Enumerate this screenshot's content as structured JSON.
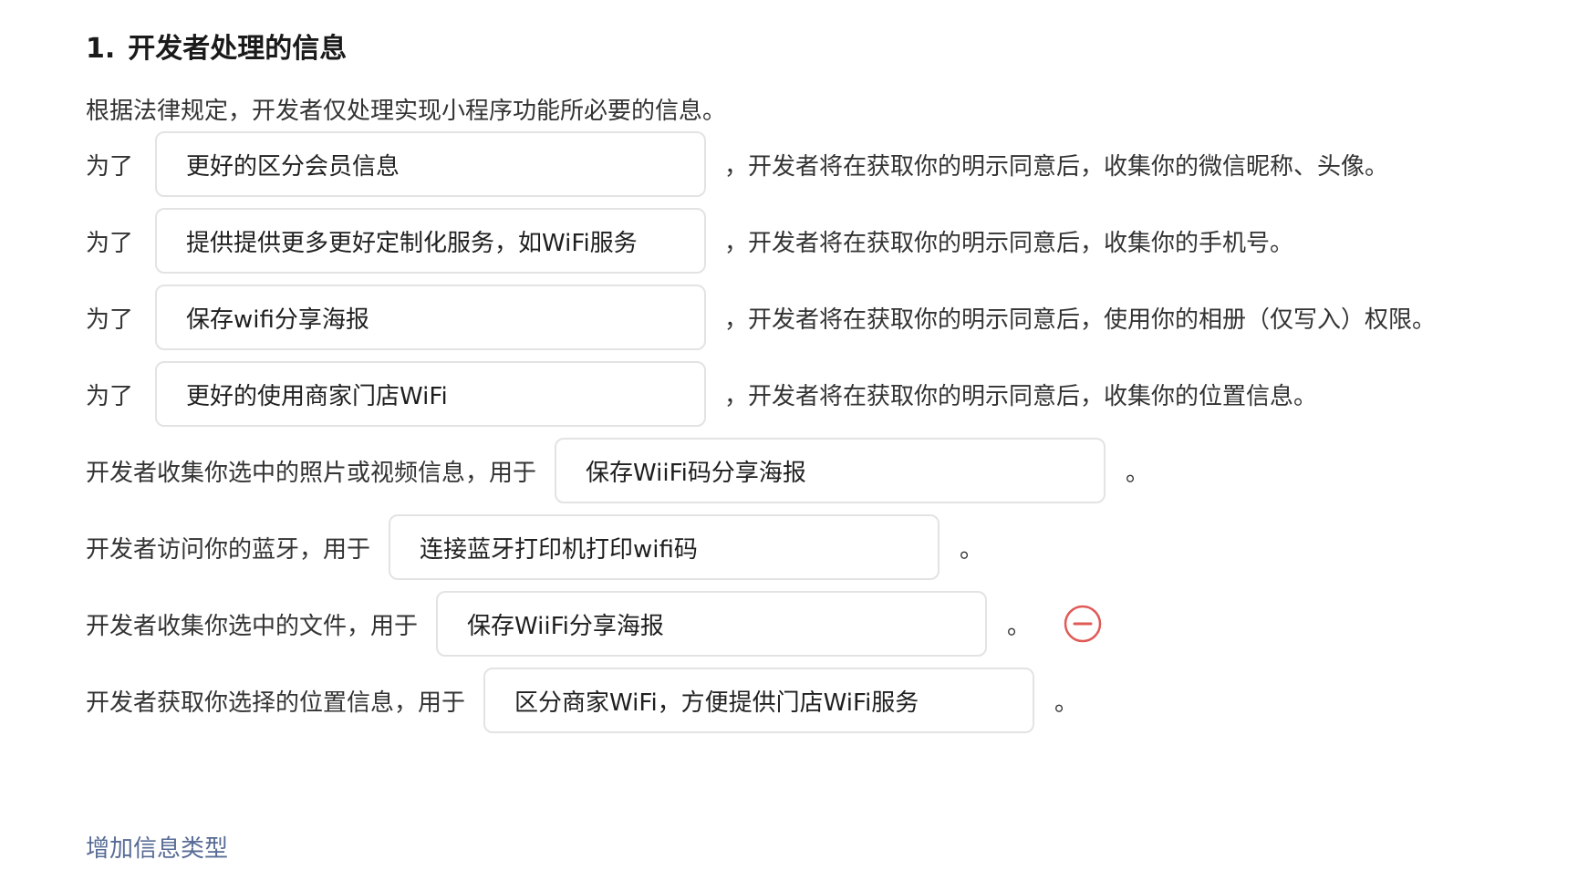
{
  "section": {
    "number": "1.",
    "title": "开发者处理的信息"
  },
  "intro": "根据法律规定，开发者仅处理实现小程序功能所必要的信息。",
  "purpose_rows": [
    {
      "prefix": "为了",
      "value": "更好的区分会员信息",
      "suffix": "，开发者将在获取你的明示同意后，收集你的微信昵称、头像。"
    },
    {
      "prefix": "为了",
      "value": "提供提供更多更好定制化服务，如WiFi服务",
      "suffix": "，开发者将在获取你的明示同意后，收集你的手机号。"
    },
    {
      "prefix": "为了",
      "value": "保存wifi分享海报",
      "suffix": "，开发者将在获取你的明示同意后，使用你的相册（仅写入）权限。"
    },
    {
      "prefix": "为了",
      "value": "更好的使用商家门店WiFi",
      "suffix": "，开发者将在获取你的明示同意后，收集你的位置信息。"
    }
  ],
  "usage_rows": [
    {
      "prefix": "开发者收集你选中的照片或视频信息，用于",
      "value": "保存WiiFi码分享海报",
      "suffix": "。"
    },
    {
      "prefix": "开发者访问你的蓝牙，用于",
      "value": "连接蓝牙打印机打印wifi码",
      "suffix": "。"
    },
    {
      "prefix": "开发者收集你选中的文件，用于",
      "value": "保存WiiFi分享海报",
      "suffix": "。",
      "remove_icon": "minus-circle-icon"
    },
    {
      "prefix": "开发者获取你选择的位置信息，用于",
      "value": "区分商家WiFi，方便提供门店WiFi服务",
      "suffix": "。"
    }
  ],
  "add_link": "增加信息类型",
  "colors": {
    "link": "#576b95",
    "remove_icon": "#e05a56",
    "field_border": "#e3e3e3"
  }
}
